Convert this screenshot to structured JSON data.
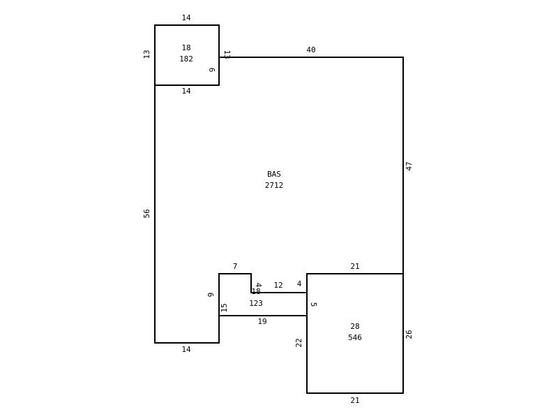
{
  "areas": {
    "bas": {
      "code": "BAS",
      "area": "2712"
    },
    "top_left": {
      "code": "18",
      "area": "182"
    },
    "middle": {
      "code": "18",
      "area": "123"
    },
    "bottom_right": {
      "code": "28",
      "area": "546"
    }
  },
  "dims": {
    "tl_top": "14",
    "tl_left": "13",
    "tl_right_outer": "13",
    "tl_right_inner": "6",
    "tl_bottom": "14",
    "bas_top": "40",
    "bas_right": "47",
    "bas_left": "56",
    "bas_bottom": "14",
    "mid_notch_top": "7",
    "mid_notch_right": "4",
    "mid_top": "12",
    "mid_right_small": "4",
    "mid_left": "9",
    "mid_left_inner": "15",
    "mid_bottom": "19",
    "mid_right": "5",
    "br_top": "21",
    "br_right": "26",
    "br_left": "22",
    "br_bottom": "21"
  }
}
